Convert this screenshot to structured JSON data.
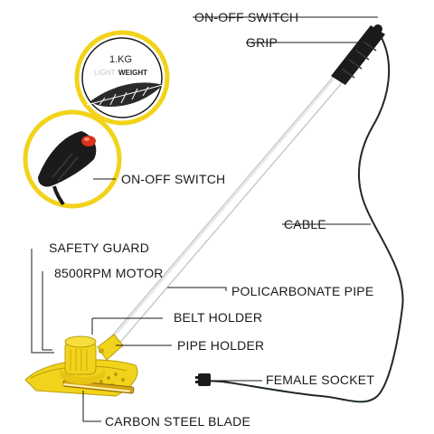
{
  "badge": {
    "weight": "1.KG",
    "light": "LIGHT",
    "weight_word": "WEIGHT"
  },
  "labels": {
    "on_off_switch_top": "ON-OFF SWITCH",
    "grip": "GRIP",
    "on_off_switch_inset": "ON-OFF SWITCH",
    "cable": "CABLE",
    "safety_guard": "SAFETY GUARD",
    "motor": "8500RPM MOTOR",
    "pipe": "POLICARBONATE PIPE",
    "belt_holder": "BELT HOLDER",
    "pipe_holder": "PIPE HOLDER",
    "female_socket": "FEMALE SOCKET",
    "blade": "CARBON STEEL BLADE"
  },
  "colors": {
    "accent_yellow": "#f2d31b",
    "grip_black": "#1b1b1b",
    "switch_red": "#d8321e",
    "cable_dark": "#1f2a1f",
    "pipe_white": "#ffffff"
  },
  "icons": [
    "feather-icon",
    "switch-inset",
    "grass-trimmer"
  ]
}
